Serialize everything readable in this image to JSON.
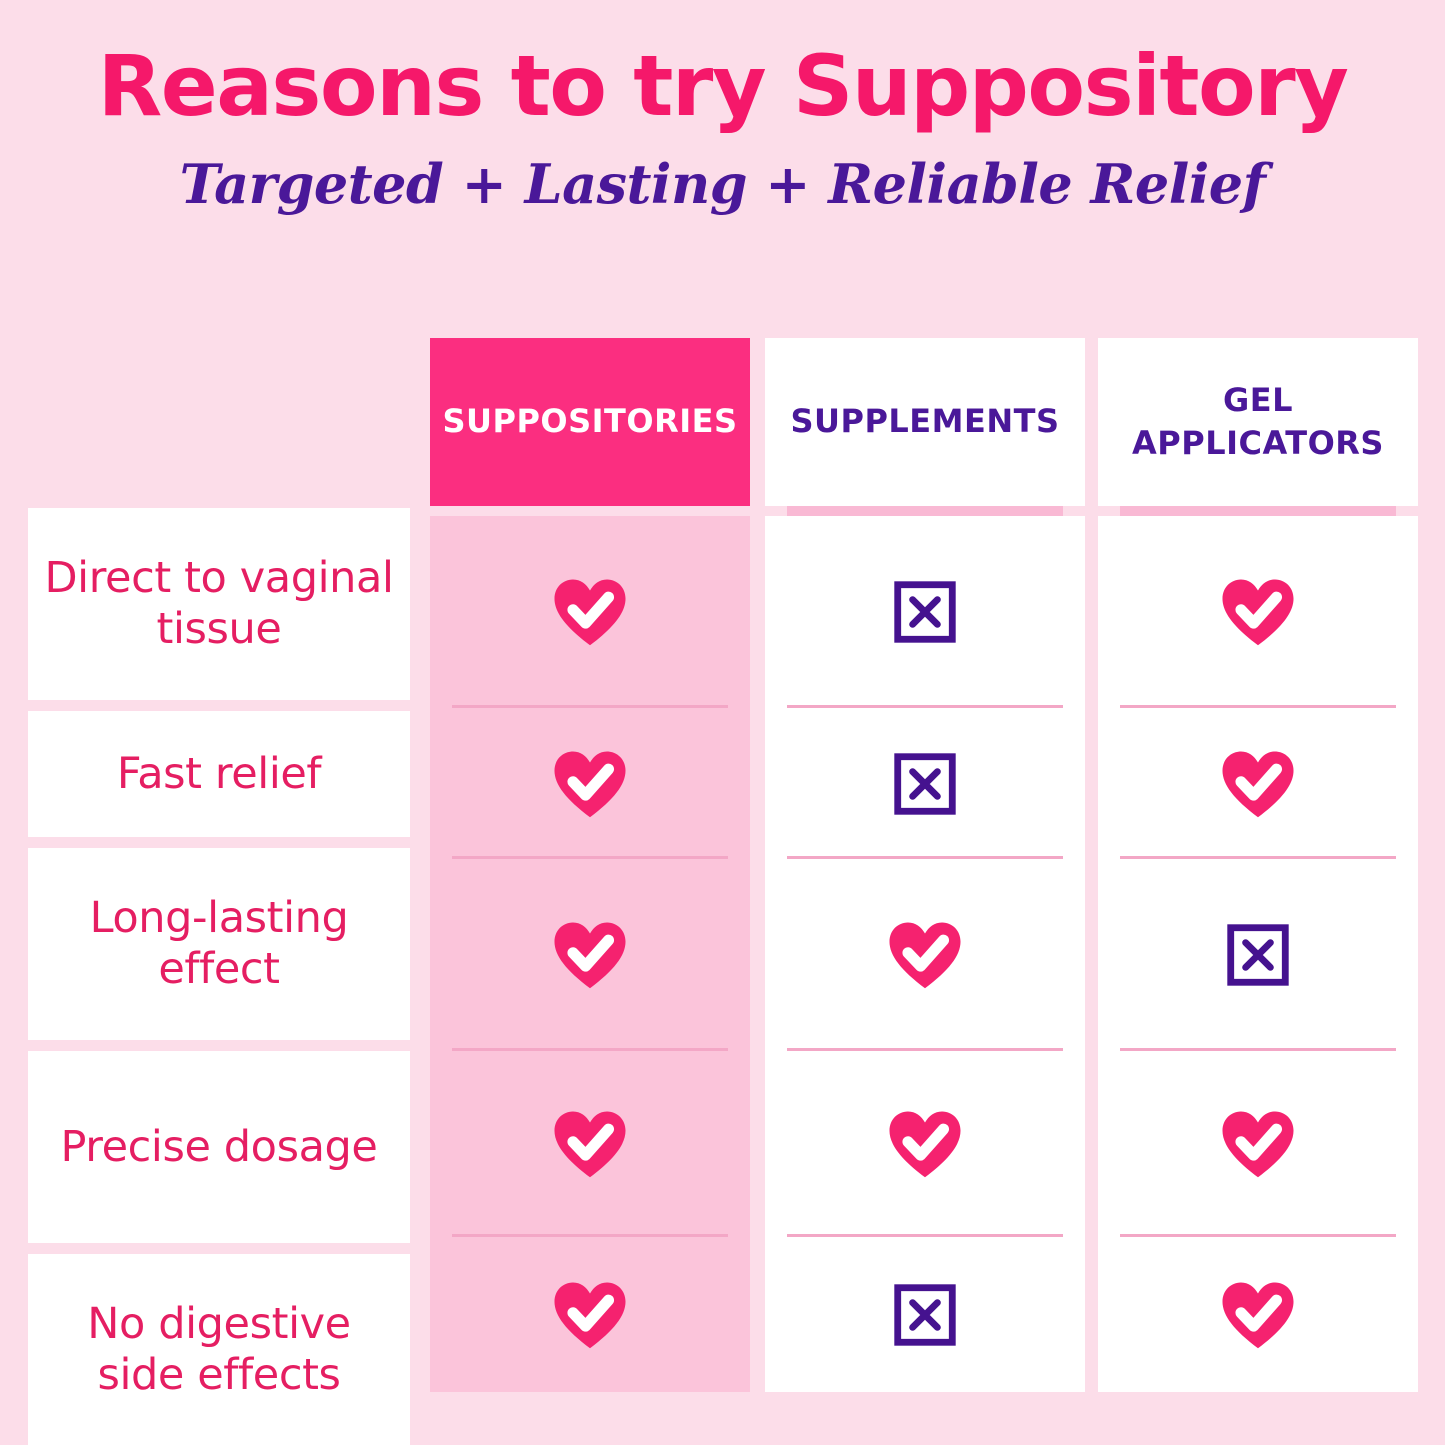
{
  "header": {
    "title": "Reasons to try Suppository",
    "subtitle": "Targeted + Lasting + Reliable Relief"
  },
  "colors": {
    "background": "#fcdde9",
    "accent_pink": "#fb2e80",
    "title_pink": "#f5186a",
    "label_pink": "#e51e62",
    "purple": "#4a1899",
    "highlight_column_body": "#fbc4da",
    "rule_pink": "#f9b9d4",
    "separator_pink": "#f3a7c6",
    "card_white": "#ffffff"
  },
  "table": {
    "columns": [
      {
        "label": "SUPPOSITORIES",
        "highlighted": true
      },
      {
        "label": "SUPPLEMENTS",
        "highlighted": false
      },
      {
        "label": "GEL APPLICATORS",
        "highlighted": false
      }
    ],
    "rows": [
      {
        "label": "Direct to vaginal tissue",
        "values": [
          {
            "icon": "heart-check-icon",
            "state": "yes"
          },
          {
            "icon": "square-x-icon",
            "state": "no"
          },
          {
            "icon": "heart-check-icon",
            "state": "yes"
          }
        ]
      },
      {
        "label": "Fast relief",
        "values": [
          {
            "icon": "heart-check-icon",
            "state": "yes"
          },
          {
            "icon": "square-x-icon",
            "state": "no"
          },
          {
            "icon": "heart-check-icon",
            "state": "yes"
          }
        ]
      },
      {
        "label": "Long-lasting effect",
        "values": [
          {
            "icon": "heart-check-icon",
            "state": "yes"
          },
          {
            "icon": "heart-check-icon",
            "state": "yes"
          },
          {
            "icon": "square-x-icon",
            "state": "no"
          }
        ]
      },
      {
        "label": "Precise dosage",
        "values": [
          {
            "icon": "heart-check-icon",
            "state": "yes"
          },
          {
            "icon": "heart-check-icon",
            "state": "yes"
          },
          {
            "icon": "heart-check-icon",
            "state": "yes"
          }
        ]
      },
      {
        "label": "No digestive side effects",
        "values": [
          {
            "icon": "heart-check-icon",
            "state": "yes"
          },
          {
            "icon": "square-x-icon",
            "state": "no"
          },
          {
            "icon": "heart-check-icon",
            "state": "yes"
          }
        ]
      }
    ]
  }
}
